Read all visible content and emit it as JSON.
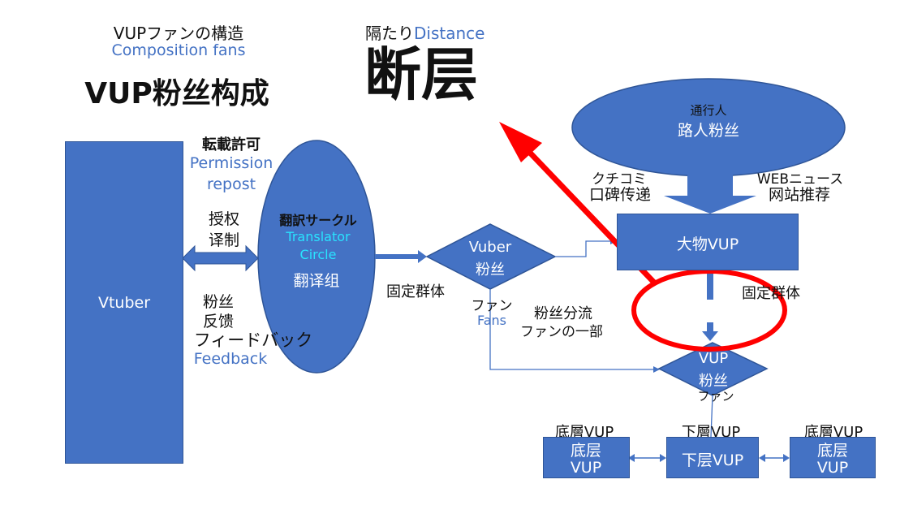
{
  "colors": {
    "shape_fill": "#4472c4",
    "shape_stroke": "#2f5597",
    "red_accent": "#ff0000",
    "label_blue": "#4472c4",
    "cyan_text": "#29e3ff"
  },
  "title": {
    "jp": "VUPファンの構造",
    "en": "Composition fans",
    "cn": "VUP粉丝构成"
  },
  "distance": {
    "jp": "隔たり",
    "en": "Distance",
    "cn": "断层"
  },
  "vtuber": {
    "label": "Vtuber"
  },
  "permission": {
    "jp": "転載許可",
    "en_line1": "Permission",
    "en_line2": "repost",
    "cn_line1": "授权",
    "cn_line2": "译制"
  },
  "feedback": {
    "cn_line1": "粉丝",
    "cn_line2": "反馈",
    "jp": "フィードバック",
    "en": "Feedback"
  },
  "translator": {
    "jp": "翻訳サークル",
    "en_line1": "Translator",
    "en_line2": "Circle",
    "cn": "翻译组"
  },
  "fixed_group_left": "固定群体",
  "vuber_fans": {
    "line1": "Vuber",
    "line2": "粉丝"
  },
  "fan_labels": {
    "jp": "ファン",
    "en": "Fans"
  },
  "fan_split": {
    "cn": "粉丝分流",
    "jp": "ファンの一部"
  },
  "passersby": {
    "jp": "通行人",
    "cn": "路人粉丝"
  },
  "word_of_mouth": {
    "jp": "クチコミ",
    "cn": "口碑传递"
  },
  "web_news": {
    "jp": "WEBニュース",
    "cn": "网站推荐"
  },
  "big_vup": {
    "label": "大物VUP"
  },
  "fixed_group_right": "固定群体",
  "vup_fans": {
    "line1": "VUP",
    "line2": "粉丝",
    "jp": "ファン"
  },
  "bottom_tier": [
    {
      "header": "底層VUP",
      "line1": "底层",
      "line2": "VUP"
    },
    {
      "header": "下層VUP",
      "line1": "下层VUP",
      "line2": ""
    },
    {
      "header": "底層VUP",
      "line1": "底层",
      "line2": "VUP"
    }
  ]
}
